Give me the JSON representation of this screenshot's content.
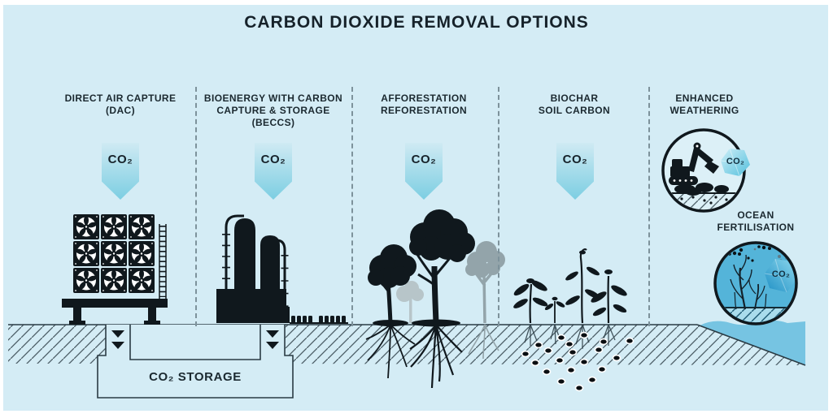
{
  "title": "CARBON DIOXIDE REMOVAL OPTIONS",
  "colors": {
    "background": "#d4ecf5",
    "ink": "#16222a",
    "arrow_gradient_top": "#cfeaf3",
    "arrow_gradient_bottom": "#7ccee2",
    "ocean_water": "#76c4e2",
    "ocean_circle_fill": "#54b4d9",
    "sand_band": "#a9dcec",
    "gray_tree": "#93a4aa"
  },
  "columns": [
    {
      "id": "dac",
      "label_lines": [
        "DIRECT AIR CAPTURE",
        "(DAC)"
      ],
      "co2_label": "CO₂"
    },
    {
      "id": "beccs",
      "label_lines": [
        "BIOENERGY WITH CARBON",
        "CAPTURE & STORAGE",
        "(BECCS)"
      ],
      "co2_label": "CO₂"
    },
    {
      "id": "afforestation",
      "label_lines": [
        "AFFORESTATION",
        "REFORESTATION"
      ],
      "co2_label": "CO₂"
    },
    {
      "id": "biochar",
      "label_lines": [
        "BIOCHAR",
        "SOIL CARBON"
      ],
      "co2_label": "CO₂"
    }
  ],
  "side_options": [
    {
      "id": "enhanced-weathering",
      "label_lines": [
        "ENHANCED",
        "WEATHERING"
      ],
      "co2_label": "CO₂"
    },
    {
      "id": "ocean-fertilisation",
      "label_lines": [
        "OCEAN",
        "FERTILISATION"
      ],
      "co2_label": "CO₂"
    }
  ],
  "storage_label": "CO₂ STORAGE"
}
